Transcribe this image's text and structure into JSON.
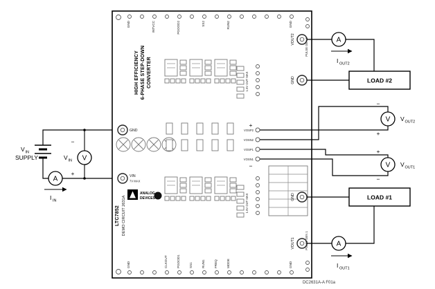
{
  "caption": "DC2631A-A F01a",
  "supply": {
    "line1_main": "V",
    "line1_sub": "IN",
    "line2": "SUPPLY"
  },
  "meters": {
    "ammeter": "A",
    "voltmeter": "V"
  },
  "labels": {
    "plus": "+",
    "minus": "−",
    "iin_main": "I",
    "iin_sub": "IN",
    "vin_main": "V",
    "vin_sub": "IN",
    "iout2_main": "I",
    "iout2_sub": "OUT2",
    "iout1_main": "I",
    "iout1_sub": "OUT1",
    "vout2_main": "V",
    "vout2_sub": "OUT2",
    "vout1_main": "V",
    "vout1_sub": "OUT1"
  },
  "loads": {
    "load1": "LOAD #1",
    "load2": "LOAD #2"
  },
  "board": {
    "title_line1": "HIGH EFFICIENCY",
    "title_line2": "6-PHASE STEP-DOWN",
    "title_line3": "CONVERTER",
    "part_number": "LTC7852",
    "demo_circuit": "DEMO CIRCUIT 2631A",
    "logo_line1": "ANALOG",
    "logo_line2": "DEVICES",
    "terminals": {
      "gnd": "GND",
      "vin": "VIN",
      "vin_note": "7V MAX",
      "vout2": "VOUT2",
      "vout1": "VOUT1",
      "pulse_gen2": "PULSE GEN 2",
      "pulse_gen1": "PULSE GEN 1",
      "out_note2": "1.5V OUT MAX",
      "out_note1": "1.5V OUT MAX"
    },
    "sense_pins": [
      "VOSP2",
      "VOSN2",
      "VOSP1",
      "VOSN1"
    ],
    "top_pins": [
      "GND",
      "INTVCC",
      "PGOOD2",
      "SS2",
      "RUN2",
      "GND"
    ],
    "bottom_pins": [
      "GND",
      "CLKOUT",
      "PGOOD1",
      "SS1",
      "RUN1",
      "FREQ",
      "MODE",
      "GND"
    ]
  }
}
